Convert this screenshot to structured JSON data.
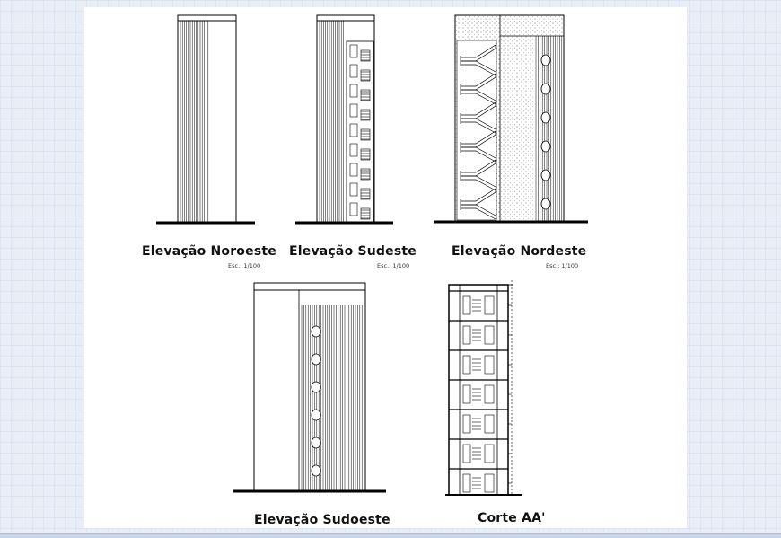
{
  "drawings": {
    "noroeste": {
      "title": "Elevação Noroeste",
      "scale": "Esc.: 1/100"
    },
    "sudeste": {
      "title": "Elevação Sudeste",
      "scale": "Esc.: 1/100"
    },
    "nordeste": {
      "title": "Elevação Nordeste",
      "scale": "Esc.: 1/100"
    },
    "sudoeste": {
      "title": "Elevação Sudoeste"
    },
    "corte": {
      "title": "Corte AA'"
    }
  },
  "colors": {
    "line": "#000000",
    "sheet": "#ffffff",
    "background": "#e9eef6"
  }
}
